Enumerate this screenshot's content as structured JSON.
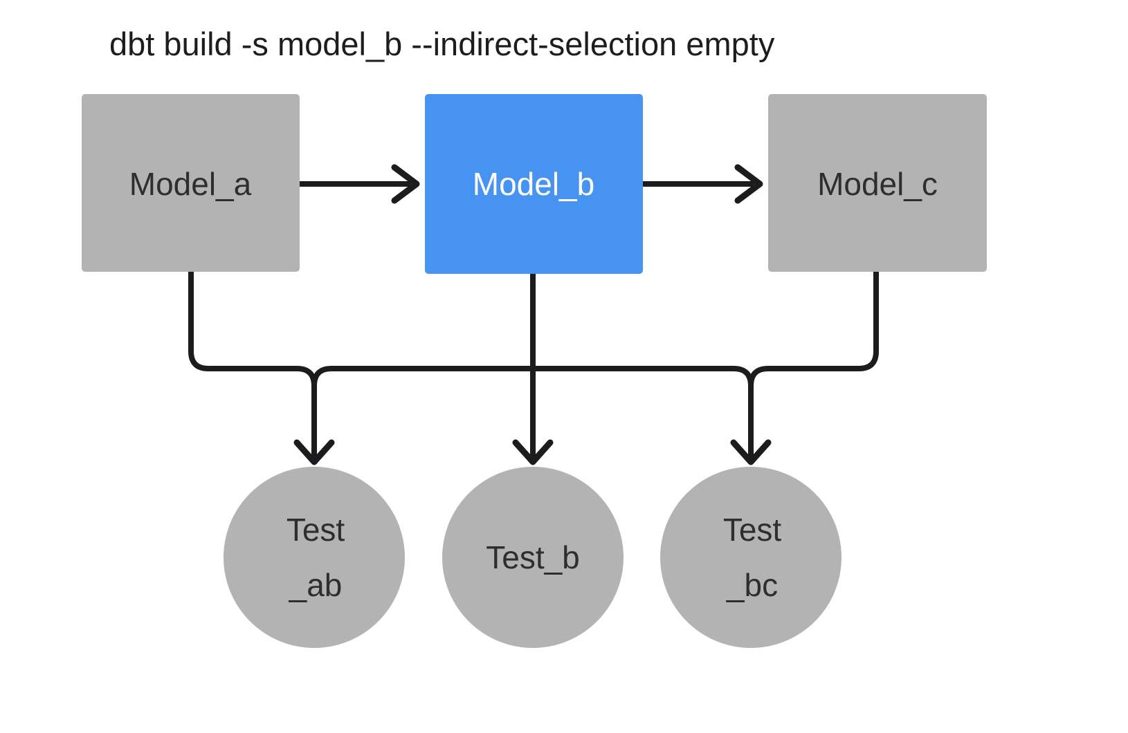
{
  "title": "dbt build -s model_b --indirect-selection empty",
  "colors": {
    "background": "#ffffff",
    "node_gray": "#b3b3b3",
    "node_blue": "#4793f2",
    "edge": "#1c1c1e",
    "text_dark": "#2e2e2e",
    "text_light": "#ffffff",
    "title_color": "#1d1d1f"
  },
  "nodes": {
    "model_a": {
      "label": "Model_a",
      "type": "model",
      "state": "unselected"
    },
    "model_b": {
      "label": "Model_b",
      "type": "model",
      "state": "selected"
    },
    "model_c": {
      "label": "Model_c",
      "type": "model",
      "state": "unselected"
    },
    "test_ab": {
      "label_line1": "Test",
      "label_line2": "_ab",
      "type": "test",
      "state": "unselected"
    },
    "test_b": {
      "label": "Test_b",
      "type": "test",
      "state": "unselected"
    },
    "test_bc": {
      "label_line1": "Test",
      "label_line2": "_bc",
      "type": "test",
      "state": "unselected"
    }
  },
  "edges": [
    {
      "from": "model_a",
      "to": "model_b"
    },
    {
      "from": "model_b",
      "to": "model_c"
    },
    {
      "from": "model_a",
      "to": "test_ab"
    },
    {
      "from": "model_b",
      "to": "test_ab"
    },
    {
      "from": "model_b",
      "to": "test_b"
    },
    {
      "from": "model_b",
      "to": "test_bc"
    },
    {
      "from": "model_c",
      "to": "test_bc"
    }
  ]
}
